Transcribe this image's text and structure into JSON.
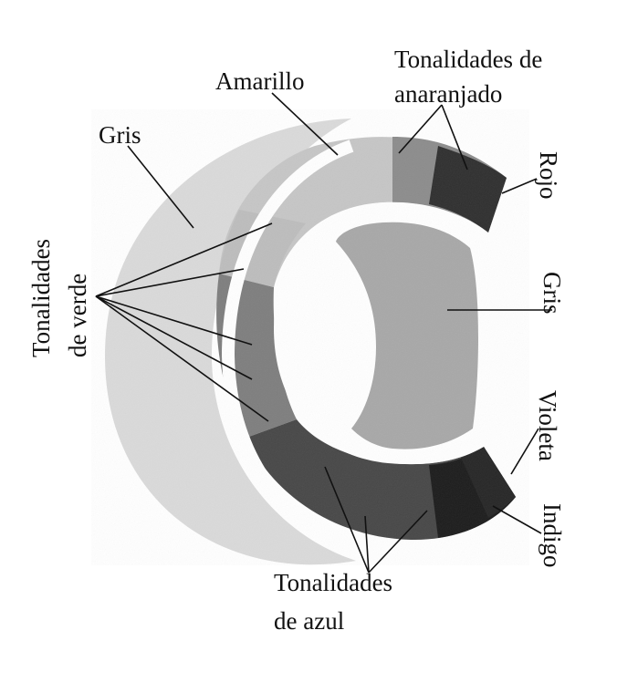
{
  "labels": {
    "amarillo": "Amarillo",
    "naranja_1": "Tonalidades de",
    "naranja_2": "anaranjado",
    "gris_outer": "Gris",
    "rojo": "Rojo",
    "verde_1": "Tonalidades",
    "verde_2": "de verde",
    "gris_inner": "Gris",
    "violeta": "Violeta",
    "indigo": "Indigo",
    "azul_1": "Tonalidades",
    "azul_2": "de azul"
  },
  "colors": {
    "outer_gray": "#d8d8d8",
    "yellow": "#c8c8c8",
    "orange": "#8a8a8a",
    "red": "#3a3a3a",
    "green": "#7c7c7c",
    "blue": "#444444",
    "indigo": "#1e1e1e",
    "violet": "#2a2a2a",
    "inner_gray": "#a9a9a9",
    "line": "#111111"
  }
}
